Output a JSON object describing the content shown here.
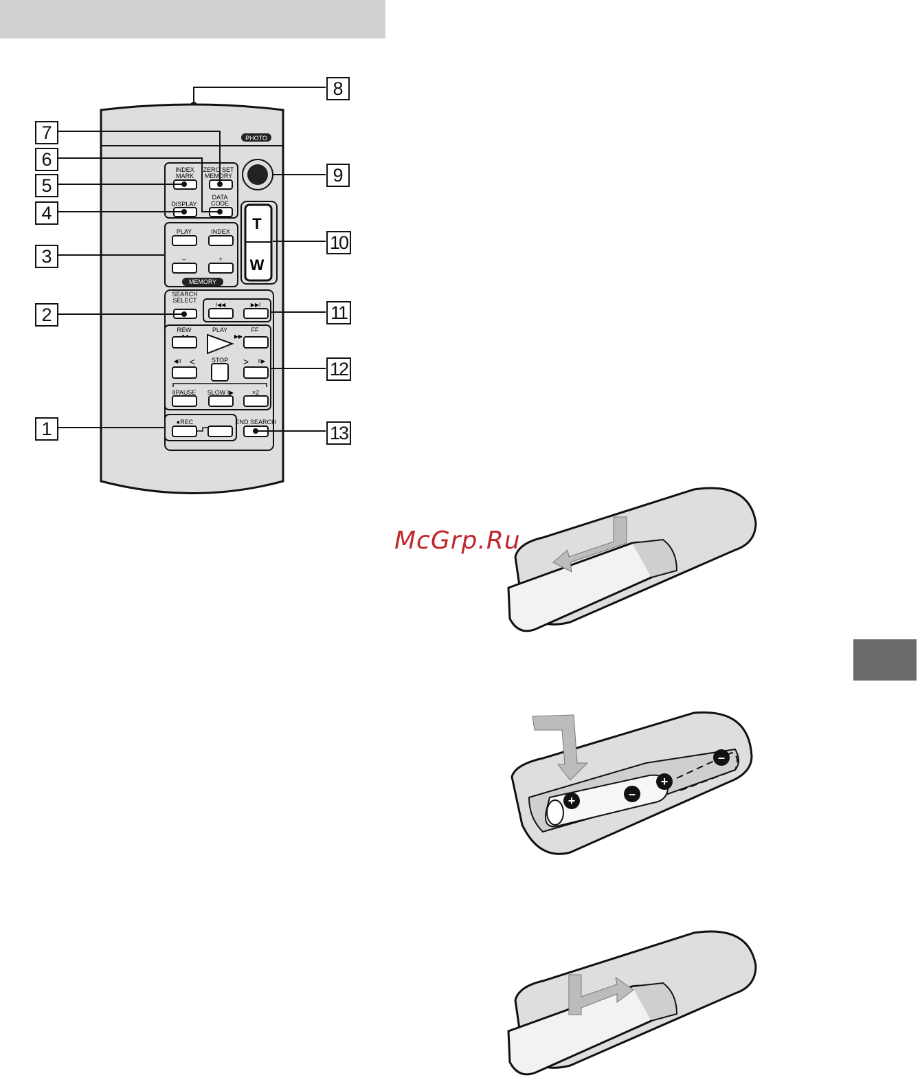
{
  "callouts": {
    "c1": "1",
    "c2": "2",
    "c3": "3",
    "c4": "4",
    "c5": "5",
    "c6": "6",
    "c7": "7",
    "c8": "8",
    "c9": "9",
    "c10": "10",
    "c11": "11",
    "c12": "12",
    "c13": "13"
  },
  "remote": {
    "photo": "PHOTO",
    "index_mark_1": "INDEX",
    "index_mark_2": "MARK",
    "zero_set_1": "ZERO SET",
    "zero_set_2": "MEMORY",
    "display": "DISPLAY",
    "data_code_1": "DATA",
    "data_code_2": "CODE",
    "play": "PLAY",
    "index": "INDEX",
    "minus": "–",
    "plus": "+",
    "memory": "MEMORY",
    "zoom_t": "T",
    "zoom_w": "W",
    "search_select_1": "SEARCH",
    "search_select_2": "SELECT",
    "prev": "I◀◀",
    "next": "▶▶I",
    "rew": "REW",
    "play_center": "PLAY",
    "ff": "FF",
    "rew_arrows": "◀◀",
    "ff_arrows": "▶▶",
    "slow_back": "◀II",
    "less": "<",
    "stop": "STOP",
    "greater": ">",
    "slow_fwd": "II▶",
    "pause": "IIPAUSE",
    "slow": "SLOW I▶",
    "x2": "×2",
    "rec": "●REC",
    "end_search": "END SEARCH"
  },
  "battery": {
    "plus": "+",
    "minus": "–"
  },
  "watermark": "McGrp.Ru"
}
